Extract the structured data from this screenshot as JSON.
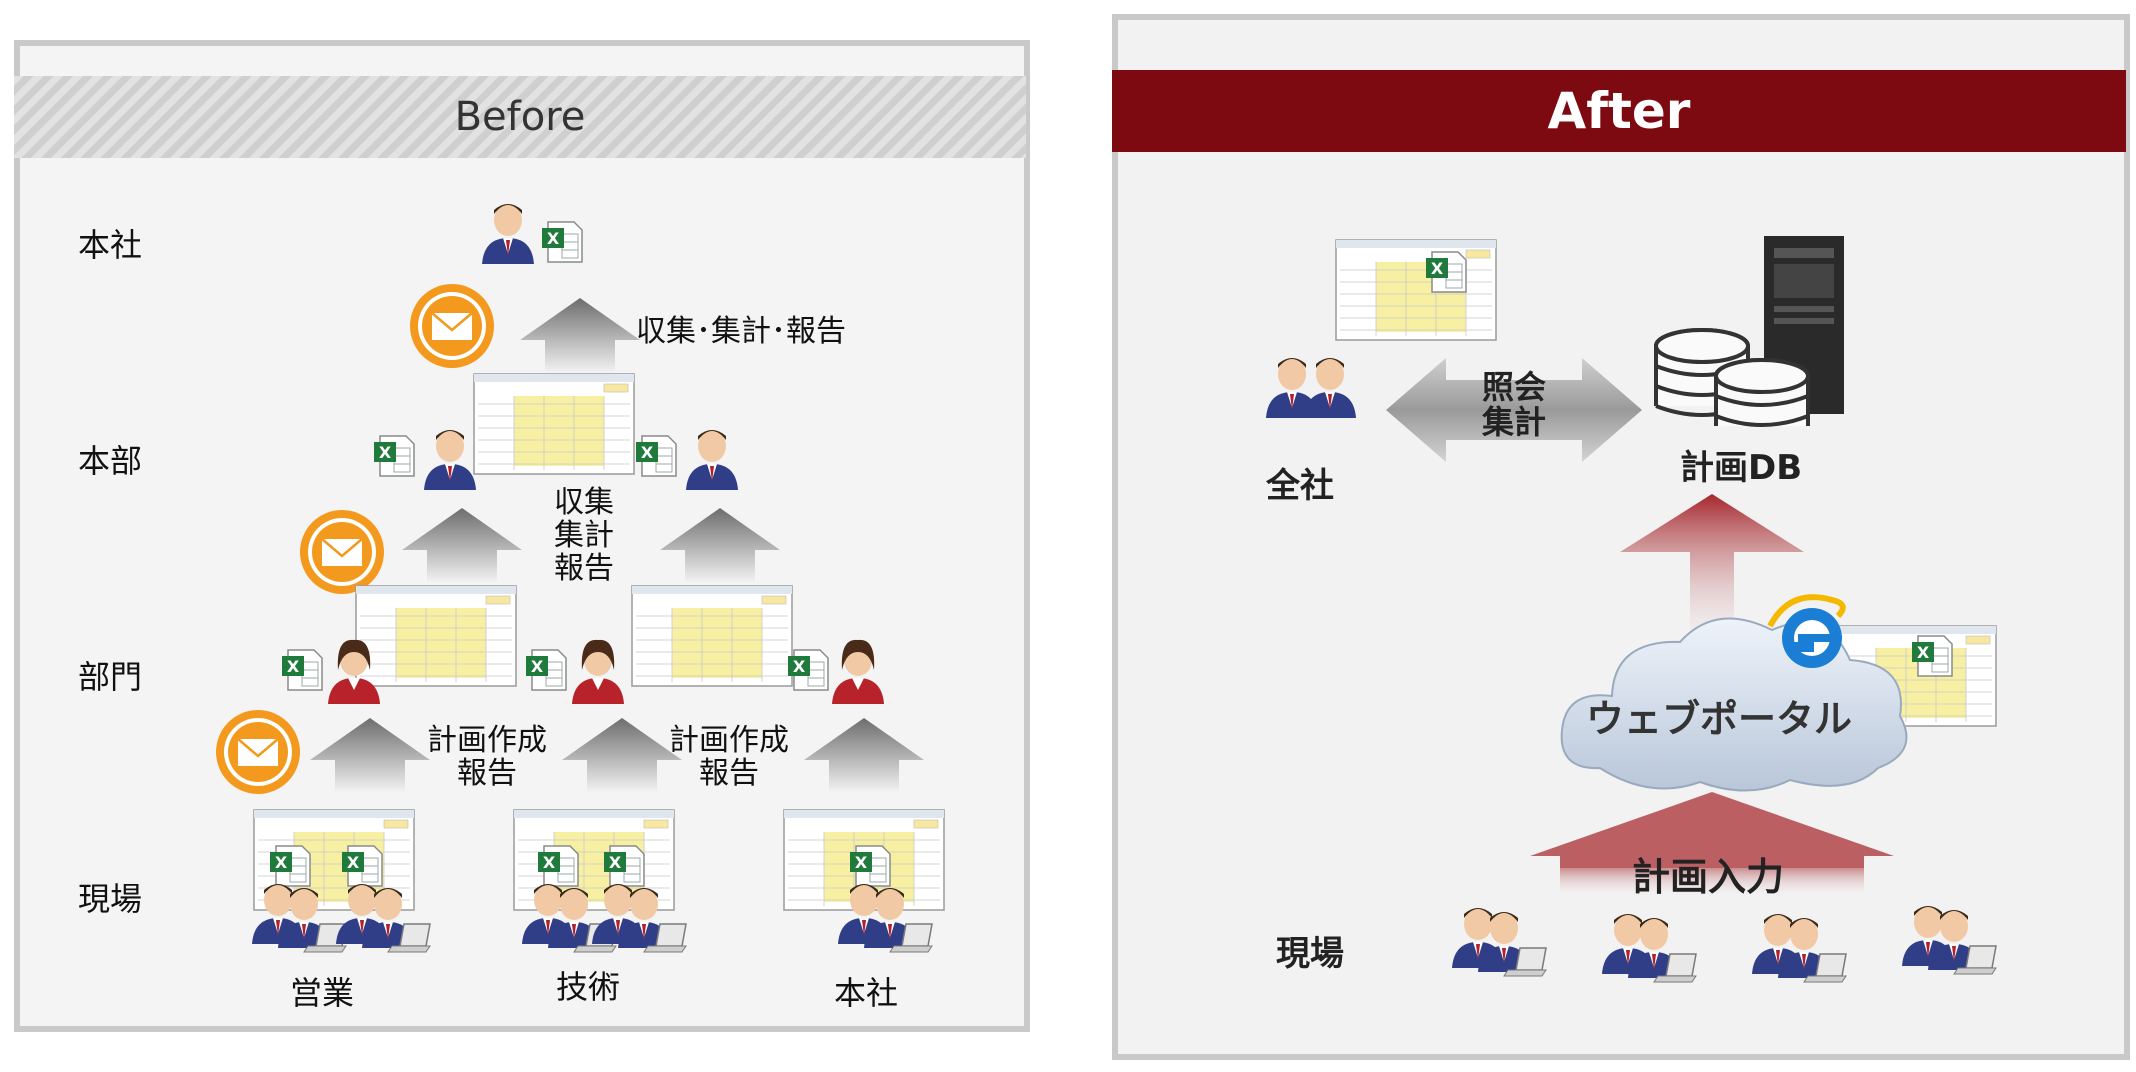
{
  "before": {
    "title": "Before",
    "levels": {
      "hq": "本社",
      "division": "本部",
      "department": "部門",
      "field": "現場"
    },
    "step_hq": "収集･集計･報告",
    "step_division": [
      "収集",
      "集計",
      "報告"
    ],
    "step_department_left": [
      "計画作成",
      "報告"
    ],
    "step_department_right": [
      "計画作成",
      "報告"
    ],
    "field_groups": [
      "営業",
      "技術",
      "本社"
    ]
  },
  "after": {
    "title": "After",
    "company": "全社",
    "exchange": [
      "照会",
      "集計"
    ],
    "database": "計画DB",
    "portal": "ウェブポータル",
    "input": "計画入力",
    "field": "現場"
  },
  "colors": {
    "after_header": "#7d0a10",
    "mail": "#f39a1e",
    "arrow_red": "#a5262c"
  }
}
